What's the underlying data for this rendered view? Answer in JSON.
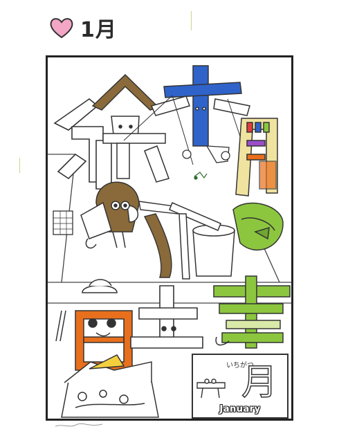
{
  "header": {
    "icon": "heart-icon",
    "month_label": "1月"
  },
  "calendar_card": {
    "illustration": "hand-colored New Year illustration with kanji characters",
    "label_kana": "いちがつ",
    "label_kanji": "月",
    "label_english": "January"
  },
  "colors": {
    "heart": "#f4a6c6",
    "blue_crayon": "#2f63c9",
    "brown_crayon": "#8a6a3a",
    "green_crayon": "#8cc63f",
    "orange_crayon": "#e86f1c",
    "frame": "#222222"
  }
}
